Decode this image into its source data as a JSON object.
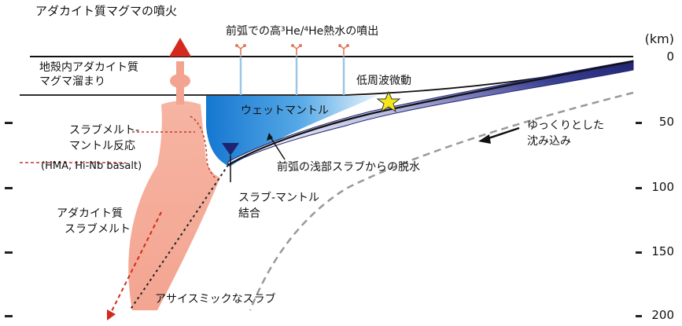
{
  "labels": {
    "adakite_volcano": "アダカイト質マグマの噴火",
    "forearc_he": "前弧での高³He/⁴He熱水の噴出",
    "crustal_reservoir_1": "地殻内アダカイト質",
    "crustal_reservoir_2": "マグマ溜まり",
    "low_freq_tremor": "低周波微動",
    "wet_mantle": "ウェットマントル",
    "slow_subduction_1": "ゆっくりとした",
    "slow_subduction_2": "沈み込み",
    "slab_melt_reaction_1": "スラブメルト-",
    "slab_melt_reaction_2": "マントル反応",
    "hma_basalt": "(HMA, Hi-Nb basalt)",
    "dehydration": "前弧の浅部スラブからの脱水",
    "slab_mantle_coupling_1": "スラブ-マントル",
    "slab_mantle_coupling_2": "結合",
    "adakite_slab_melt_1": "アダカイト質",
    "adakite_slab_melt_2": "スラブメルト",
    "aseismic_slab": "アサイスミックなスラブ"
  },
  "depth_axis": {
    "unit": "(km)",
    "ticks": [
      "0",
      "50",
      "100",
      "150",
      "200"
    ]
  },
  "colors": {
    "volcano": "#d42a1e",
    "melt": "#f2a391",
    "wet_mantle": "#1e88d8",
    "slab": "#2a2f7a",
    "vent": "#e07a5f",
    "star": "#f5e61c",
    "fluid": "#9cc6e6"
  }
}
